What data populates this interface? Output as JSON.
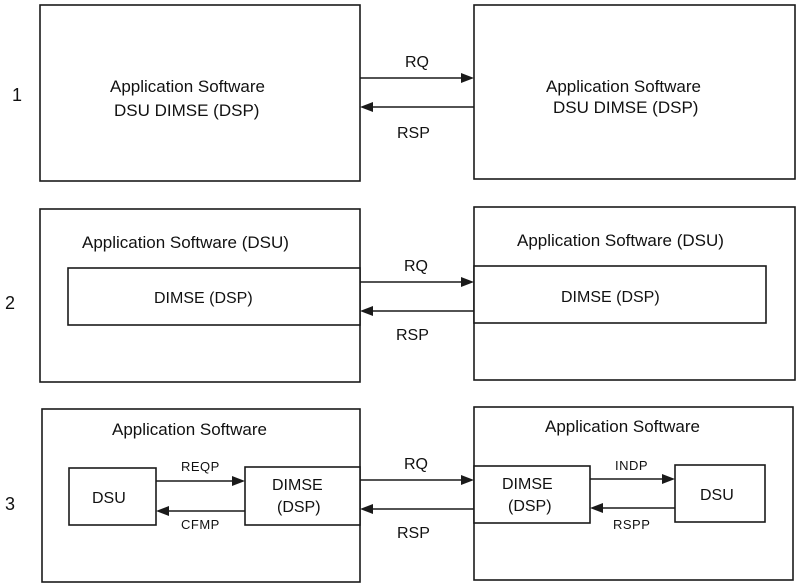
{
  "diagram": {
    "rows": [
      {
        "number": "1",
        "left": {
          "line1": "Application Software",
          "line2": "DSU  DIMSE (DSP)"
        },
        "right": {
          "line1": "Application Software",
          "line2": "DSU DIMSE (DSP)"
        },
        "request_label": "RQ",
        "response_label": "RSP"
      },
      {
        "number": "2",
        "left": {
          "outer": "Application Software (DSU)",
          "inner": "DIMSE (DSP)"
        },
        "right": {
          "outer": "Application Software (DSU)",
          "inner": "DIMSE (DSP)"
        },
        "request_label": "RQ",
        "response_label": "RSP"
      },
      {
        "number": "3",
        "left": {
          "outer": "Application Software",
          "dsu": "DSU",
          "dimse_line1": "DIMSE",
          "dimse_line2": "(DSP)",
          "request_primitive": "REQP",
          "confirm_primitive": "CFMP"
        },
        "right": {
          "outer": "Application Software",
          "dsu": "DSU",
          "dimse_line1": "DIMSE",
          "dimse_line2": "(DSP)",
          "indication_primitive": "INDP",
          "response_primitive": "RSPP"
        },
        "request_label": "RQ",
        "response_label": "RSP"
      }
    ]
  }
}
